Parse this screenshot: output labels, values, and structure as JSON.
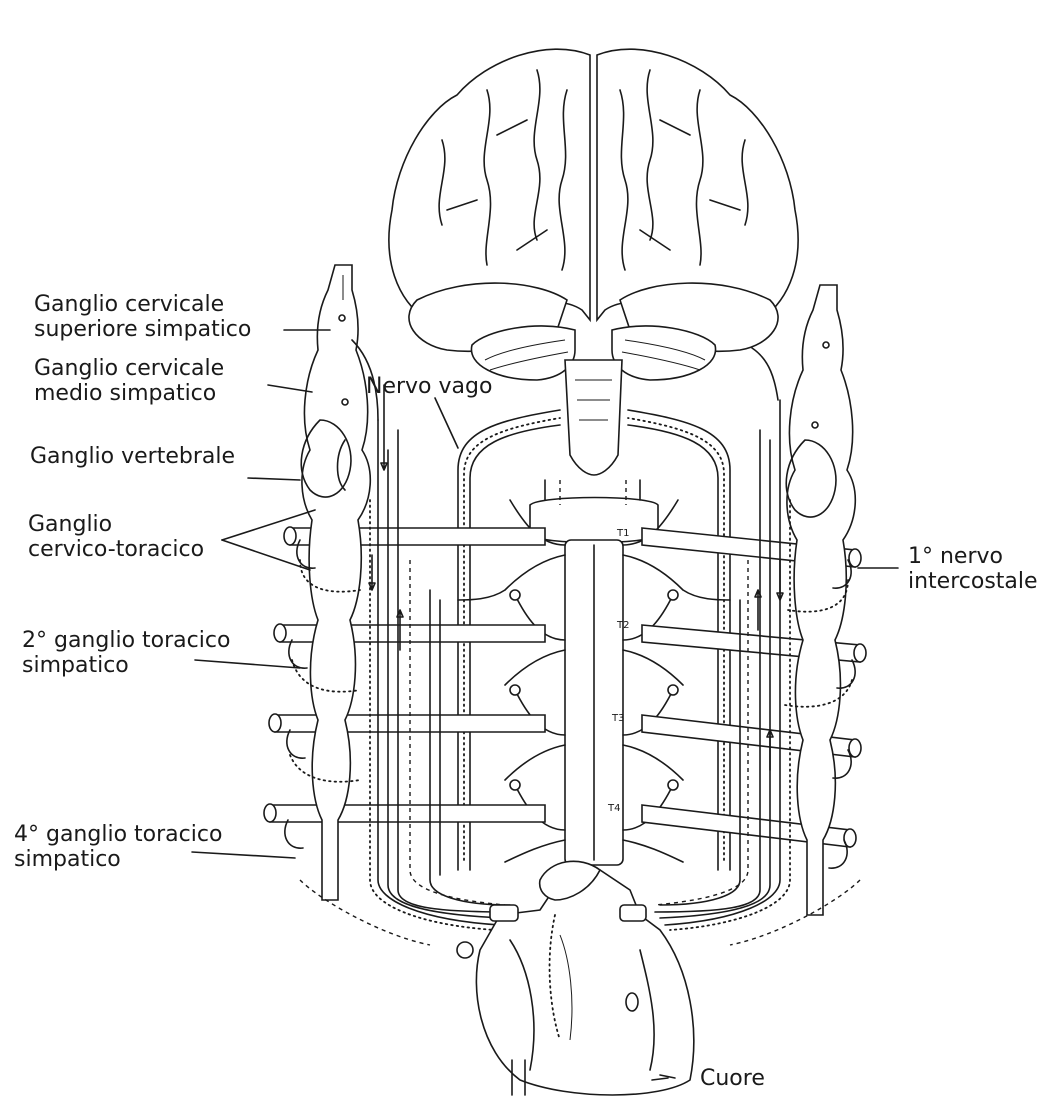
{
  "labels": {
    "ganglio_cervicale_superiore": "Ganglio cervicale\nsuperiore simpatico",
    "ganglio_cervicale_medio": "Ganglio cervicale\nmedio simpatico",
    "ganglio_vertebrale": "Ganglio vertebrale",
    "ganglio_cervico_toracico": "Ganglio\ncervico-toracico",
    "ganglio_toracico_2": "2° ganglio toracico\nsimpatico",
    "ganglio_toracico_4": "4° ganglio toracico\nsimpatico",
    "nervo_vago": "Nervo vago",
    "nervo_intercostale_1": "1° nervo\nintercostale",
    "cuore": "Cuore"
  },
  "segments": [
    "T1",
    "T2",
    "T3",
    "T4"
  ]
}
